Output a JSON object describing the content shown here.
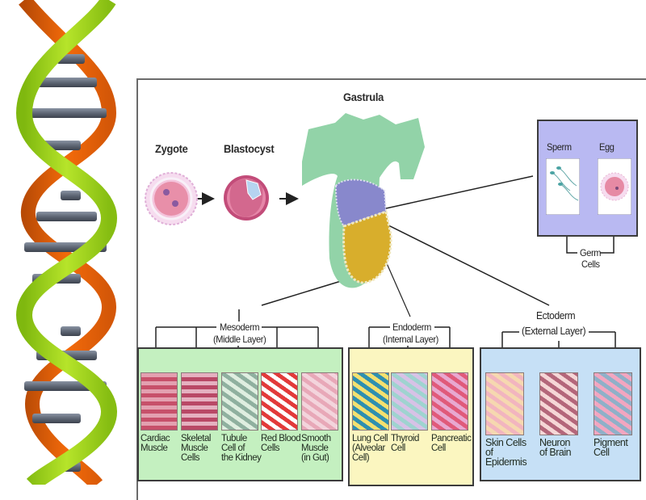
{
  "diagram": {
    "title": "Gastrula",
    "stages": [
      {
        "label": "Zygote"
      },
      {
        "label": "Blastocyst"
      },
      {
        "label": "Gastrula"
      }
    ],
    "germ_cells": {
      "label_line1": "Germ",
      "label_line2": "Cells",
      "items": [
        {
          "label": "Sperm"
        },
        {
          "label": "Egg"
        }
      ],
      "box_color": "#b9b9f2"
    },
    "layers": [
      {
        "name": "Mesoderm",
        "subtitle": "(Middle Layer)",
        "box_color": "#c4f0c0",
        "cells": [
          {
            "line1": "Cardiac",
            "line2": "Muscle",
            "line3": ""
          },
          {
            "line1": "Skeletal",
            "line2": "Muscle",
            "line3": "Cells"
          },
          {
            "line1": "Tubule",
            "line2": "Cell of",
            "line3": "the Kidney"
          },
          {
            "line1": "Red Blood",
            "line2": "Cells",
            "line3": ""
          },
          {
            "line1": "Smooth",
            "line2": "Muscle",
            "line3": "(in Gut)"
          }
        ]
      },
      {
        "name": "Endoderm",
        "subtitle": "(Internal Layer)",
        "box_color": "#fbf6c0",
        "cells": [
          {
            "line1": "Lung Cell",
            "line2": "(Alveolar",
            "line3": "Cell)"
          },
          {
            "line1": "Thyroid",
            "line2": "Cell",
            "line3": ""
          },
          {
            "line1": "Pancreatic",
            "line2": "Cell",
            "line3": ""
          }
        ]
      },
      {
        "name": "Ectoderm",
        "subtitle": "(External Layer)",
        "box_color": "#c6e0f6",
        "cells": [
          {
            "line1": "Skin Cells",
            "line2": "of",
            "line3": "Epidermis"
          },
          {
            "line1": "Neuron",
            "line2": "of Brain",
            "line3": ""
          },
          {
            "line1": "Pigment",
            "line2": "Cell",
            "line3": ""
          }
        ]
      }
    ]
  },
  "decoration": {
    "dna_helix": {
      "strand_a_color": "#9ed51a",
      "strand_b_color": "#f26a0a",
      "rung_color": "#5f6775"
    }
  }
}
